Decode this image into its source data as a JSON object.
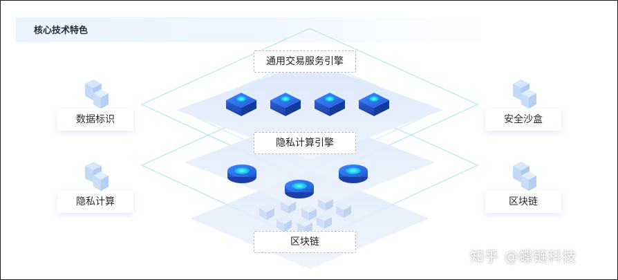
{
  "header": {
    "title": "核心技术特色"
  },
  "left_cards": [
    {
      "label": "数据标识",
      "icon": "cubes-icon"
    },
    {
      "label": "隐私计算",
      "icon": "cubes-icon"
    }
  ],
  "right_cards": [
    {
      "label": "安全沙盒",
      "icon": "cubes-icon"
    },
    {
      "label": "区块链",
      "icon": "cubes-icon"
    }
  ],
  "layers": [
    {
      "label": "通用交易服务引擎"
    },
    {
      "label": "隐私计算引擎"
    },
    {
      "label": "区块链"
    }
  ],
  "watermark": "知乎 @蝶链科技",
  "colors": {
    "accent": "#2f7cf6",
    "accent_light": "#18d4f0",
    "layer_fill": "#e8f1ff",
    "outline": "#8fe0ea"
  }
}
